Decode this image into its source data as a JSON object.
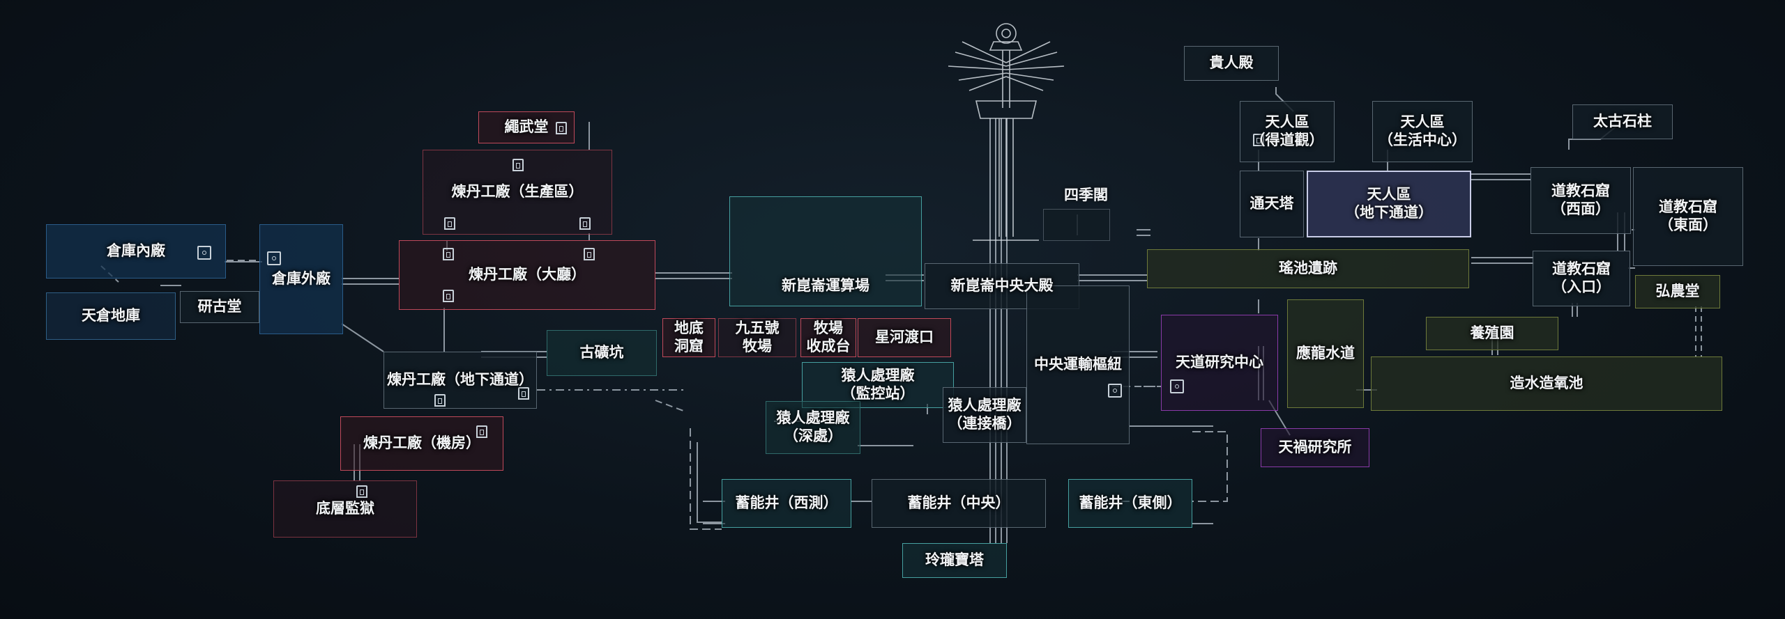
{
  "map": {
    "rooms": {
      "jingwutang": "繩武堂",
      "liandan_production": "煉丹工廠（生產區）",
      "liandan_hall": "煉丹工廠（大廳）",
      "liandan_underground": "煉丹工廠（地下通道）",
      "liandan_engine": "煉丹工廠（機房）",
      "bottom_prison": "底層監獄",
      "warehouse_inner": "倉庫內廠",
      "warehouse_outer": "倉庫外廠",
      "tiancang_cellar": "天倉地庫",
      "yangu_hall": "研古堂",
      "ancient_mine": "古礦坑",
      "underground_cave": "地底\n洞窟",
      "ranch_95": "九五號\n牧場",
      "ranch_harvest": "牧場\n收成台",
      "star_river_ferry": "星河渡口",
      "new_kunlun_compute": "新崑崙運算場",
      "new_kunlun_palace": "新崑崙中央大殿",
      "four_seasons": "四季閣",
      "central_transport": "中央運輸樞紐",
      "ape_monitor": "猿人處理廠\n（監控站）",
      "ape_bridge": "猿人處理廠\n（連接橋）",
      "ape_deep": "猿人處理廠\n（深處）",
      "energy_west": "蓄能井（西測）",
      "energy_center": "蓄能井（中央）",
      "energy_east": "蓄能井（東側）",
      "linglong_tower": "玲瓏寶塔",
      "noble_hall": "貴人殿",
      "tianren_daoguan": "天人區\n（得道觀）",
      "tianren_life": "天人區\n（生活中心）",
      "tianren_underground": "天人區\n（地下通道）",
      "tongtian_tower": "通天塔",
      "yaochi_ruins": "瑤池遺跡",
      "tiandao_research": "天道研究中心",
      "yinglong_waterway": "應龍水道",
      "tianhuo_research": "天禍研究所",
      "taigu_pillar": "太古石柱",
      "taoist_west": "道教石窟\n（西面）",
      "taoist_east": "道教石窟\n（東面）",
      "taoist_entrance": "道教石窟\n（入口）",
      "hongnong_hall": "弘農堂",
      "breeding_garden": "養殖園",
      "water_oxygen_pool": "造水造氧池"
    },
    "icons": [
      "tree-emblem-icon",
      "elevator-icon",
      "save-point-icon",
      "teleport-icon"
    ],
    "colors": {
      "background": "#0c141c",
      "red_zone": "#c0495a",
      "blue_zone": "#2a5c8a",
      "olive_zone": "#6e7a3a",
      "purple_zone": "#8a3aa8",
      "link_line": "#b8c2cc"
    }
  }
}
